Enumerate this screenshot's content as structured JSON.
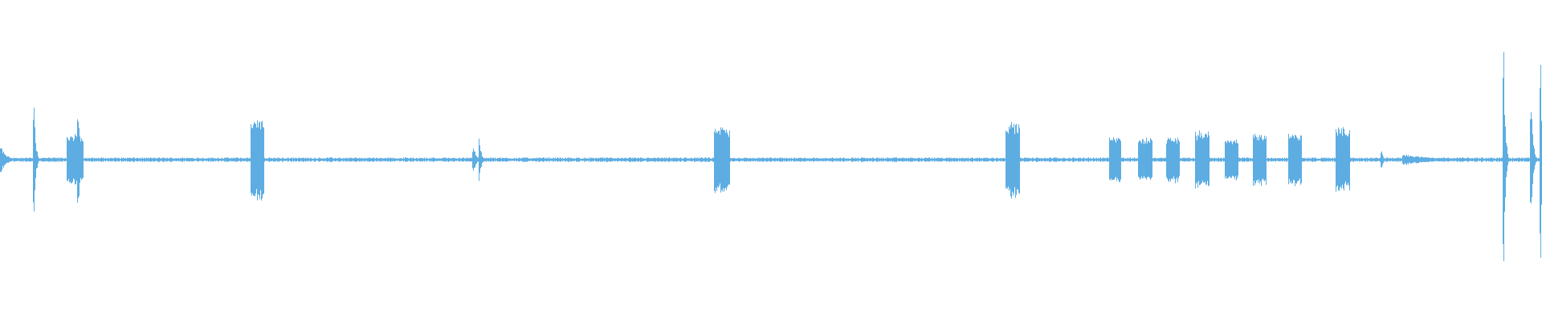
{
  "waveform": {
    "color": "#5dade2",
    "background": "#ffffff",
    "noise_floor": 0.02,
    "events": [
      {
        "t": 0.0,
        "w": 0.01,
        "a": 0.14
      },
      {
        "t": 0.022,
        "w": 0.003,
        "a": 0.55
      },
      {
        "t": 0.044,
        "w": 0.01,
        "a": 0.22
      },
      {
        "t": 0.051,
        "w": 0.002,
        "a": 0.42
      },
      {
        "t": 0.163,
        "w": 0.008,
        "a": 0.36
      },
      {
        "t": 0.307,
        "w": 0.006,
        "a": 0.11
      },
      {
        "t": 0.311,
        "w": 0.003,
        "a": 0.2
      },
      {
        "t": 0.464,
        "w": 0.009,
        "a": 0.29
      },
      {
        "t": 0.653,
        "w": 0.008,
        "a": 0.33
      },
      {
        "t": 0.72,
        "w": 0.007,
        "a": 0.21
      },
      {
        "t": 0.739,
        "w": 0.008,
        "a": 0.19
      },
      {
        "t": 0.757,
        "w": 0.008,
        "a": 0.2
      },
      {
        "t": 0.776,
        "w": 0.008,
        "a": 0.25
      },
      {
        "t": 0.795,
        "w": 0.008,
        "a": 0.19
      },
      {
        "t": 0.813,
        "w": 0.008,
        "a": 0.23
      },
      {
        "t": 0.836,
        "w": 0.008,
        "a": 0.23
      },
      {
        "t": 0.867,
        "w": 0.008,
        "a": 0.28
      },
      {
        "t": 0.896,
        "w": 0.002,
        "a": 0.1
      },
      {
        "t": 0.91,
        "w": 0.06,
        "a": 0.05
      },
      {
        "t": 0.975,
        "w": 0.003,
        "a": 1.0
      },
      {
        "t": 0.993,
        "w": 0.003,
        "a": 0.6
      },
      {
        "t": 0.999,
        "w": 0.002,
        "a": 0.85
      }
    ]
  }
}
